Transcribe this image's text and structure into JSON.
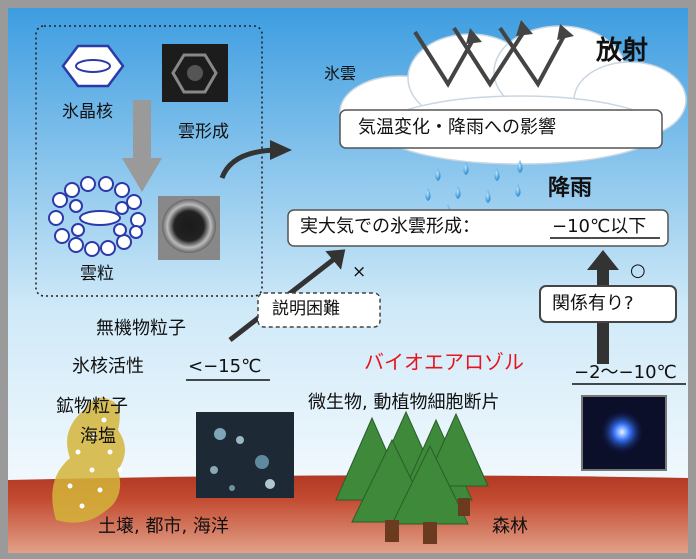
{
  "labels": {
    "ice_nucleus": "氷晶核",
    "cloud_formation": "雲形成",
    "cloud_droplet": "雲粒",
    "ice_cloud": "氷雲",
    "radiation": "放射",
    "climate_effect": "気温変化・降雨への影響",
    "rainfall": "降雨",
    "actual_formation_prefix": "実大気での氷雲形成：",
    "actual_formation_value": "−10℃以下",
    "cross_mark": "×",
    "circle_mark": "○",
    "hard_to_explain": "説明困難",
    "related": "関係有り?",
    "inorganic_particles": "無機物粒子",
    "ice_activity_prefix": "氷核活性",
    "ice_activity_value": "<−15℃",
    "bioaerosol": "バイオエアロゾル",
    "bio_temp": "−2〜−10℃",
    "microbes": "微生物, 動植物細胞断片",
    "mineral_particles": "鉱物粒子",
    "sea_salt": "海塩",
    "soil_city_ocean": "土壌, 都市, 海洋",
    "forest": "森林"
  },
  "colors": {
    "bioaerosol_text": "#e8141e",
    "ground": "#b8412a",
    "sky_top": "#3f9fe0",
    "arrow_dark": "#333333",
    "dust": "#d4b43a"
  }
}
